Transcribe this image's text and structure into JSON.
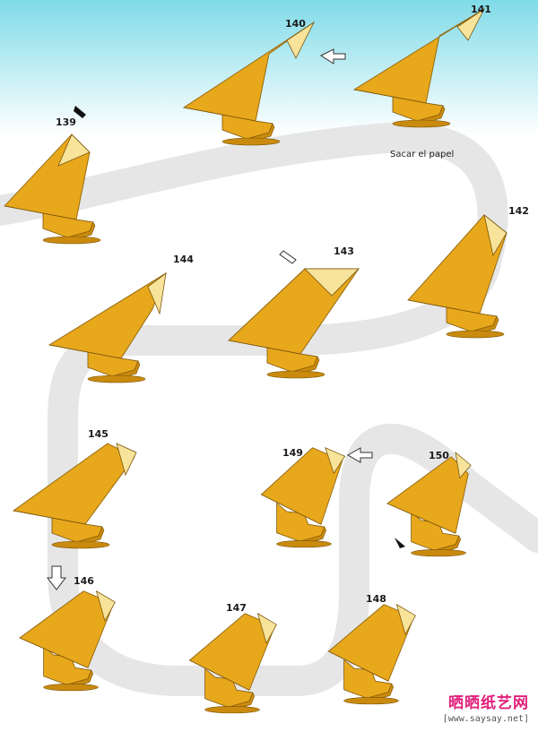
{
  "steps": [
    {
      "label": "139"
    },
    {
      "label": "140"
    },
    {
      "label": "141"
    },
    {
      "label": "142"
    },
    {
      "label": "143"
    },
    {
      "label": "144"
    },
    {
      "label": "145"
    },
    {
      "label": "149"
    },
    {
      "label": "150"
    },
    {
      "label": "146"
    },
    {
      "label": "147"
    },
    {
      "label": "148"
    }
  ],
  "caption": "Sacar el papel",
  "watermark": {
    "title": "晒晒纸艺网",
    "url": "[www.saysay.net]"
  },
  "colors": {
    "paper": "#e8a81c",
    "paper_dark": "#c98a0e",
    "paper_light": "#f7e39a",
    "sky": "#8fe3ee",
    "path": "#e4e4e4"
  }
}
